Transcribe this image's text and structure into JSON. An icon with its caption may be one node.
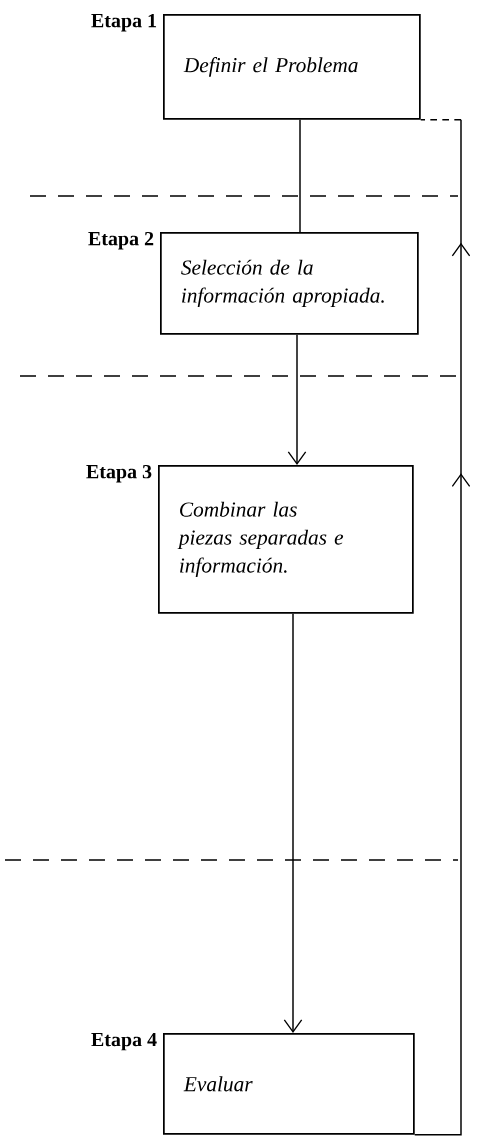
{
  "diagram": {
    "nodes": [
      {
        "text": [
          "Definir el Problema"
        ],
        "beside": [
          "Etapa 1"
        ]
      },
      {
        "text": [
          "Selección de la información apropiada."
        ],
        "beside": [
          "Etapa 2"
        ]
      },
      {
        "text": [
          "Combinar las piezas separadas e información."
        ],
        "beside": [
          "Etapa 3"
        ]
      },
      {
        "text": [
          "Evaluar"
        ],
        "beside": [
          "Etapa 4"
        ]
      }
    ],
    "edges": [
      {
        "from": 0,
        "to": 1,
        "arrow": "none"
      },
      {
        "from": 1,
        "to": 2,
        "arrow": "to"
      },
      {
        "from": 2,
        "to": 3,
        "arrow": "to"
      },
      {
        "from": 3,
        "to": 0,
        "arrow": "to"
      }
    ]
  }
}
